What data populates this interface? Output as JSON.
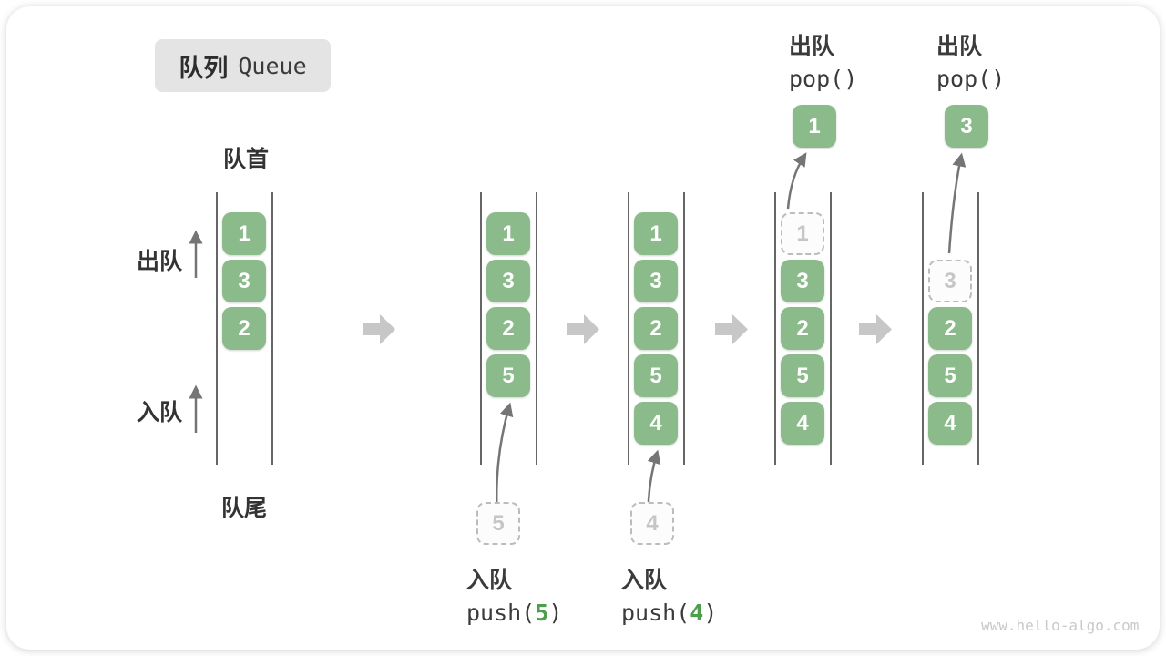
{
  "title": {
    "zh": "队列",
    "en": "Queue"
  },
  "labels": {
    "front": "队首",
    "rear": "队尾",
    "dequeue": "出队",
    "enqueue": "入队"
  },
  "states": [
    {
      "slots": [
        {
          "value": "1",
          "style": "solid"
        },
        {
          "value": "3",
          "style": "solid"
        },
        {
          "value": "2",
          "style": "solid"
        }
      ]
    },
    {
      "slots": [
        {
          "value": "1",
          "style": "solid"
        },
        {
          "value": "3",
          "style": "solid"
        },
        {
          "value": "2",
          "style": "solid"
        },
        {
          "value": "5",
          "style": "solid"
        }
      ],
      "incoming_value": "5",
      "caption": {
        "action": "入队",
        "code_pre": "push(",
        "code_arg": "5",
        "code_post": ")"
      }
    },
    {
      "slots": [
        {
          "value": "1",
          "style": "solid"
        },
        {
          "value": "3",
          "style": "solid"
        },
        {
          "value": "2",
          "style": "solid"
        },
        {
          "value": "5",
          "style": "solid"
        },
        {
          "value": "4",
          "style": "solid"
        }
      ],
      "incoming_value": "4",
      "caption": {
        "action": "入队",
        "code_pre": "push(",
        "code_arg": "4",
        "code_post": ")"
      }
    },
    {
      "slots": [
        {
          "value": "1",
          "style": "dashed"
        },
        {
          "value": "3",
          "style": "solid"
        },
        {
          "value": "2",
          "style": "solid"
        },
        {
          "value": "5",
          "style": "solid"
        },
        {
          "value": "4",
          "style": "solid"
        }
      ],
      "popped_value": "1",
      "header": {
        "action": "出队",
        "code": "pop()"
      }
    },
    {
      "slots": [
        {
          "value": "",
          "style": "empty"
        },
        {
          "value": "3",
          "style": "dashed"
        },
        {
          "value": "2",
          "style": "solid"
        },
        {
          "value": "5",
          "style": "solid"
        },
        {
          "value": "4",
          "style": "solid"
        }
      ],
      "popped_value": "3",
      "header": {
        "action": "出队",
        "code": "pop()"
      }
    }
  ],
  "watermark": "www.hello-algo.com",
  "colors": {
    "box_green": "#8bbb8b",
    "box_number": "#ffffff",
    "accent_green": "#4f9e4f",
    "text_dark": "#3b3b3b",
    "arrow_gray": "#757575",
    "block_arrow": "#c7c7c7",
    "dashed_border": "#bcbcbc",
    "dashed_text": "#c6c6c6",
    "title_bg": "#e4e4e4",
    "rail_line": "#666666",
    "watermark": "#c9c9c9"
  }
}
